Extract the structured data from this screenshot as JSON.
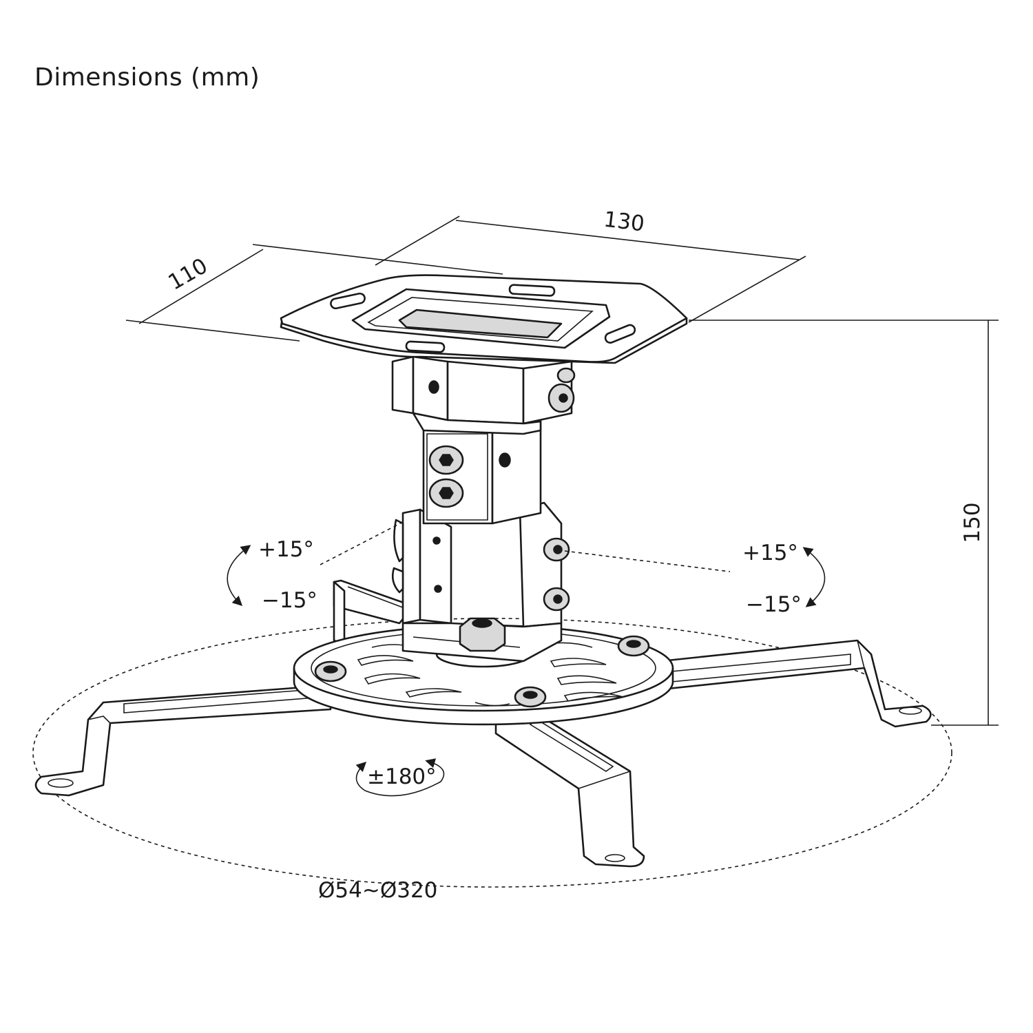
{
  "title": "Dimensions (mm)",
  "dimensions": {
    "plate_depth": "110",
    "plate_width": "130",
    "height": "150",
    "mount_diameter": "Ø54~Ø320"
  },
  "tilt": {
    "left_up": "+15°",
    "left_down": "−15°",
    "right_up": "+15°",
    "right_down": "−15°"
  },
  "rotation": "±180°"
}
